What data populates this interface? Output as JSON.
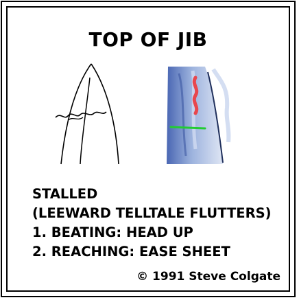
{
  "title": "TOP OF JIB",
  "illustrations": {
    "sketch_icon": "jib-sail-sketch-icon",
    "photo_icon": "jib-sail-telltale-photo-icon",
    "colors": {
      "telltale_red": "#e8474d",
      "telltale_green": "#22cc33",
      "sail_blue": "#5c7fc4"
    }
  },
  "instructions": [
    "STALLED",
    "(LEEWARD TELLTALE FLUTTERS)",
    "1. BEATING: HEAD UP",
    "2. REACHING: EASE SHEET"
  ],
  "copyright": "© 1991 Steve Colgate"
}
